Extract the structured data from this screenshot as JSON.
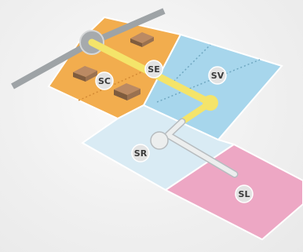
{
  "zones": {
    "sc": {
      "label": "SC",
      "color": "#f2ad4e"
    },
    "se": {
      "label": "SE",
      "color": "#f2ad4e"
    },
    "sv": {
      "label": "SV",
      "color": "#a7d6ec"
    },
    "sr": {
      "label": "SR",
      "color": "#d9ebf4"
    },
    "sl": {
      "label": "SL",
      "color": "#eda7c4"
    }
  },
  "colors": {
    "road": "#9ea3a6",
    "main_path": "#f4e46a",
    "connector_path": "#e9e9e9",
    "badge": "#e3e3e3"
  }
}
